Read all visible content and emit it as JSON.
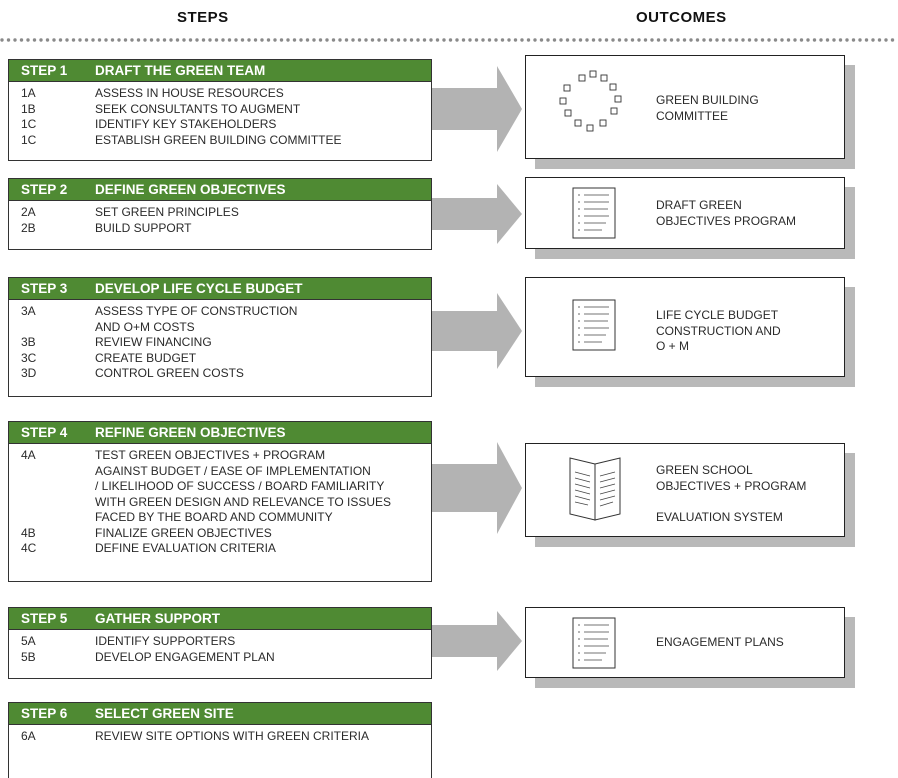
{
  "headers": {
    "steps": "STEPS",
    "outcomes": "OUTCOMES"
  },
  "steps": [
    {
      "number": "STEP 1",
      "title": "DRAFT THE GREEN TEAM",
      "items": [
        {
          "code": "1A",
          "text": "ASSESS IN HOUSE RESOURCES"
        },
        {
          "code": "1B",
          "text": "SEEK CONSULTANTS TO AUGMENT"
        },
        {
          "code": "1C",
          "text": "IDENTIFY KEY STAKEHOLDERS"
        },
        {
          "code": "1C",
          "text": "ESTABLISH GREEN BUILDING COMMITTEE"
        }
      ]
    },
    {
      "number": "STEP 2",
      "title": "DEFINE GREEN OBJECTIVES",
      "items": [
        {
          "code": "2A",
          "text": "SET GREEN PRINCIPLES"
        },
        {
          "code": "2B",
          "text": "BUILD SUPPORT"
        }
      ]
    },
    {
      "number": "STEP 3",
      "title": "DEVELOP LIFE CYCLE BUDGET",
      "items": [
        {
          "code": "3A",
          "text": "ASSESS TYPE OF CONSTRUCTION\nAND O+M COSTS"
        },
        {
          "code": "3B",
          "text": "REVIEW FINANCING"
        },
        {
          "code": "3C",
          "text": "CREATE BUDGET"
        },
        {
          "code": "3D",
          "text": "CONTROL GREEN COSTS"
        }
      ]
    },
    {
      "number": "STEP 4",
      "title": "REFINE GREEN OBJECTIVES",
      "items": [
        {
          "code": "4A",
          "text": "TEST GREEN OBJECTIVES + PROGRAM\nAGAINST BUDGET / EASE OF IMPLEMENTATION\n/ LIKELIHOOD OF SUCCESS / BOARD FAMILIARITY\nWITH GREEN DESIGN AND RELEVANCE TO ISSUES\nFACED BY THE BOARD AND COMMUNITY"
        },
        {
          "code": "4B",
          "text": "FINALIZE GREEN OBJECTIVES"
        },
        {
          "code": "4C",
          "text": "DEFINE EVALUATION CRITERIA"
        }
      ]
    },
    {
      "number": "STEP 5",
      "title": "GATHER SUPPORT",
      "items": [
        {
          "code": "5A",
          "text": "IDENTIFY SUPPORTERS"
        },
        {
          "code": "5B",
          "text": "DEVELOP ENGAGEMENT PLAN"
        }
      ]
    },
    {
      "number": "STEP 6",
      "title": "SELECT GREEN SITE",
      "items": [
        {
          "code": "6A",
          "text": "REVIEW SITE OPTIONS WITH GREEN CRITERIA"
        }
      ]
    }
  ],
  "outcomes": [
    {
      "text": "GREEN BUILDING\nCOMMITTEE",
      "icon": "committee-icon"
    },
    {
      "text": "DRAFT GREEN\nOBJECTIVES PROGRAM",
      "icon": "document-icon"
    },
    {
      "text": "LIFE CYCLE BUDGET\nCONSTRUCTION AND\nO + M",
      "icon": "document-icon"
    },
    {
      "text": "GREEN SCHOOL\nOBJECTIVES + PROGRAM\n\nEVALUATION SYSTEM",
      "icon": "open-book-icon"
    },
    {
      "text": "ENGAGEMENT PLANS",
      "icon": "document-icon"
    }
  ],
  "colors": {
    "step_header": "#4f8a33",
    "arrow": "#b3b3b3",
    "shadow": "#b9b9b9",
    "dots": "#8a8a8a"
  }
}
